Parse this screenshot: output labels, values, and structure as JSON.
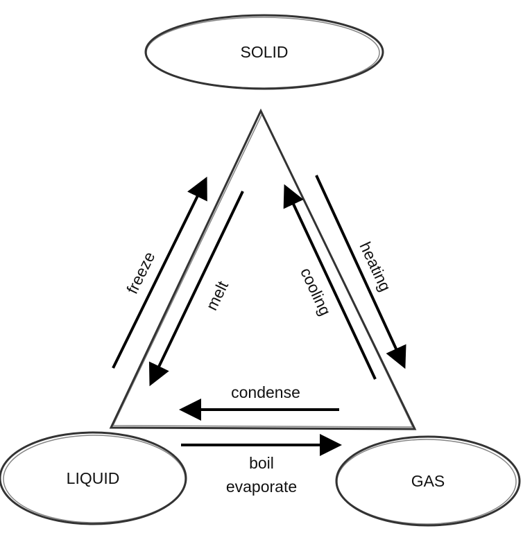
{
  "states": {
    "solid": "SOLID",
    "liquid": "LIQUID",
    "gas": "GAS"
  },
  "transitions": {
    "freeze": "freeze",
    "melt": "melt",
    "cooling": "cooling",
    "heating": "heating",
    "condense": "condense",
    "boil": "boil",
    "evaporate": "evaporate"
  },
  "colors": {
    "line": "#000000",
    "sketch": "#333333"
  }
}
